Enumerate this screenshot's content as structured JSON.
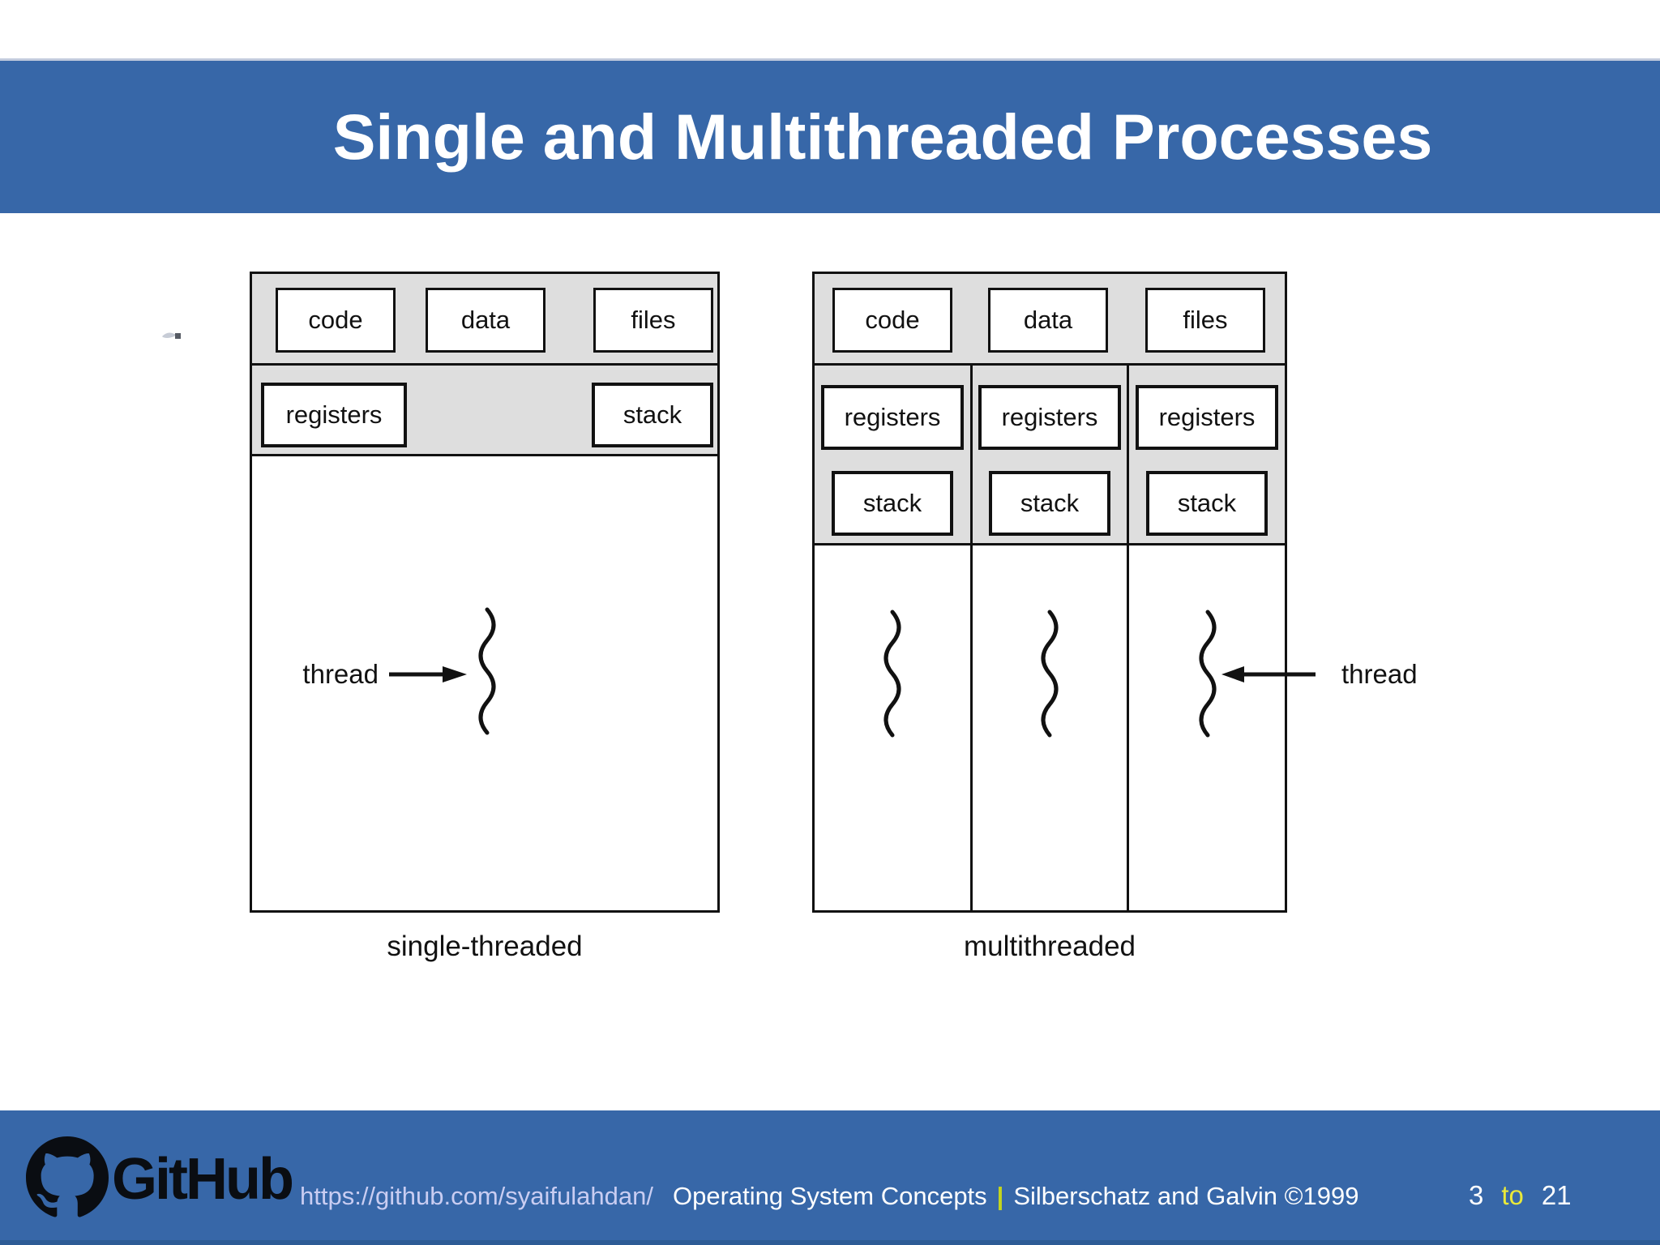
{
  "header": {
    "title": "Single and Multithreaded Processes"
  },
  "diagrams": {
    "single": {
      "code": "code",
      "data": "data",
      "files": "files",
      "registers": "registers",
      "stack": "stack",
      "thread": "thread",
      "caption": "single-threaded"
    },
    "multi": {
      "code": "code",
      "data": "data",
      "files": "files",
      "columns": [
        {
          "registers": "registers",
          "stack": "stack"
        },
        {
          "registers": "registers",
          "stack": "stack"
        },
        {
          "registers": "registers",
          "stack": "stack"
        }
      ],
      "thread": "thread",
      "caption": "multithreaded"
    }
  },
  "footer": {
    "brand": "GitHub",
    "url": "https://github.com/syaifulahdan/",
    "course": "Operating System Concepts",
    "separator": "|",
    "credit": "Silberschatz and Galvin ©1999",
    "page": {
      "current": "3",
      "word": "to",
      "total": "21"
    }
  },
  "colors": {
    "bar_blue": "#3767a8",
    "diagram_gray": "#dedede",
    "line_black": "#111111",
    "url_text": "#c9cdf2",
    "separator_yellow_green": "#c3d41e",
    "page_word_yellow": "#e9e93a",
    "title_text": "#ffffff"
  }
}
